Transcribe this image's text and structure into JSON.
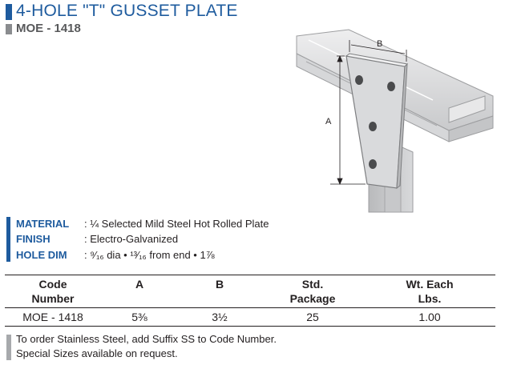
{
  "header": {
    "title": "4-HOLE \"T\" GUSSET PLATE",
    "part_number": "MOE - 1418"
  },
  "drawing": {
    "dim_a_label": "A",
    "dim_b_label": "B"
  },
  "specs": [
    {
      "label": "MATERIAL",
      "value": ": ¼ Selected Mild Steel Hot Rolled Plate"
    },
    {
      "label": "FINISH",
      "value": ": Electro-Galvanized"
    },
    {
      "label": "HOLE DIM",
      "value": ": ⁹⁄₁₆ dia • ¹³⁄₁₆ from end • 1⅞"
    }
  ],
  "table": {
    "headers": [
      [
        "Code",
        "Number"
      ],
      [
        "A",
        ""
      ],
      [
        "B",
        ""
      ],
      [
        "Std.",
        "Package"
      ],
      [
        "Wt. Each",
        "Lbs."
      ]
    ],
    "rows": [
      [
        "MOE - 1418",
        "5⅜",
        "3½",
        "25",
        "1.00"
      ]
    ]
  },
  "notes": [
    "To order Stainless Steel, add Suffix SS to Code Number.",
    "Special Sizes available on request."
  ],
  "colors": {
    "accent_blue": "#1e5b9e",
    "gray": "#8a8c8f"
  }
}
